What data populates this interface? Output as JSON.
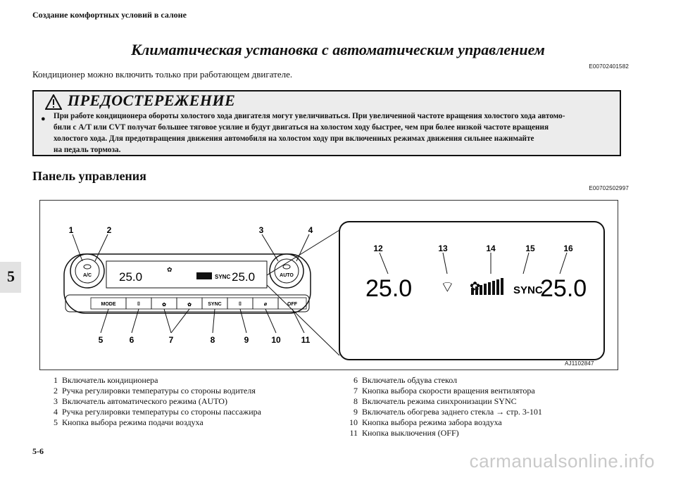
{
  "header": {
    "section": "Создание комфортных условий в салоне",
    "title": "Климатическая установка с автоматическим управлением",
    "code": "E00702401582",
    "intro": "Кондиционер можно включить только при работающем двигателе."
  },
  "chapter": {
    "number": "5"
  },
  "warning": {
    "heading": "ПРЕДОСТЕРЕЖЕНИЕ",
    "bullet": "●",
    "lines": [
      "При работе кондиционера обороты холостого хода двигателя могут увеличиваться. При увеличенной частоте вращения холостого хода автомо-",
      "били с A/T или CVT получат большее тяговое усилие и будут двигаться на холостом ходу быстрее, чем при более низкой частоте вращения",
      "холостого хода. Для предотвращения движения автомобиля на холостом ходу при включенных режимах движения сильнее нажимайте",
      "на педаль тормоза."
    ]
  },
  "panel_section": {
    "title": "Панель управления",
    "code": "E00702502997"
  },
  "figure": {
    "code": "AJ1102847",
    "callouts": [
      "1",
      "2",
      "3",
      "4",
      "5",
      "6",
      "7",
      "8",
      "9",
      "10",
      "11",
      "12",
      "13",
      "14",
      "15",
      "16"
    ],
    "display_temp_left": "25.0",
    "display_temp_right": "25.0",
    "sync_label": "SYNC",
    "knob_left_label": "A/C",
    "knob_right_label": "AUTO",
    "buttons": [
      "MODE",
      "SYNC",
      "OFF"
    ]
  },
  "legend": {
    "left": [
      {
        "num": "1",
        "text": "Включатель кондиционера"
      },
      {
        "num": "2",
        "text": "Ручка регулировки температуры со стороны водителя"
      },
      {
        "num": "3",
        "text": "Включатель автоматического режима (AUTO)"
      },
      {
        "num": "4",
        "text": "Ручка регулировки температуры со стороны пассажира"
      },
      {
        "num": "5",
        "text": "Кнопка выбора режима подачи воздуха"
      }
    ],
    "right": [
      {
        "num": "6",
        "text": "Включатель обдува стекол"
      },
      {
        "num": "7",
        "text": "Кнопка выбора скорости вращения вентилятора"
      },
      {
        "num": "8",
        "text": "Включатель режима синхронизации SYNC"
      },
      {
        "num": "9",
        "text": "Включатель обогрева заднего стекла → стр. 3-101"
      },
      {
        "num": "10",
        "text": "Кнопка выбора режима забора воздуха"
      },
      {
        "num": "11",
        "text": "Кнопка выключения (OFF)"
      }
    ]
  },
  "page": {
    "number": "5-6"
  },
  "watermark": "carmanualsonline.info"
}
